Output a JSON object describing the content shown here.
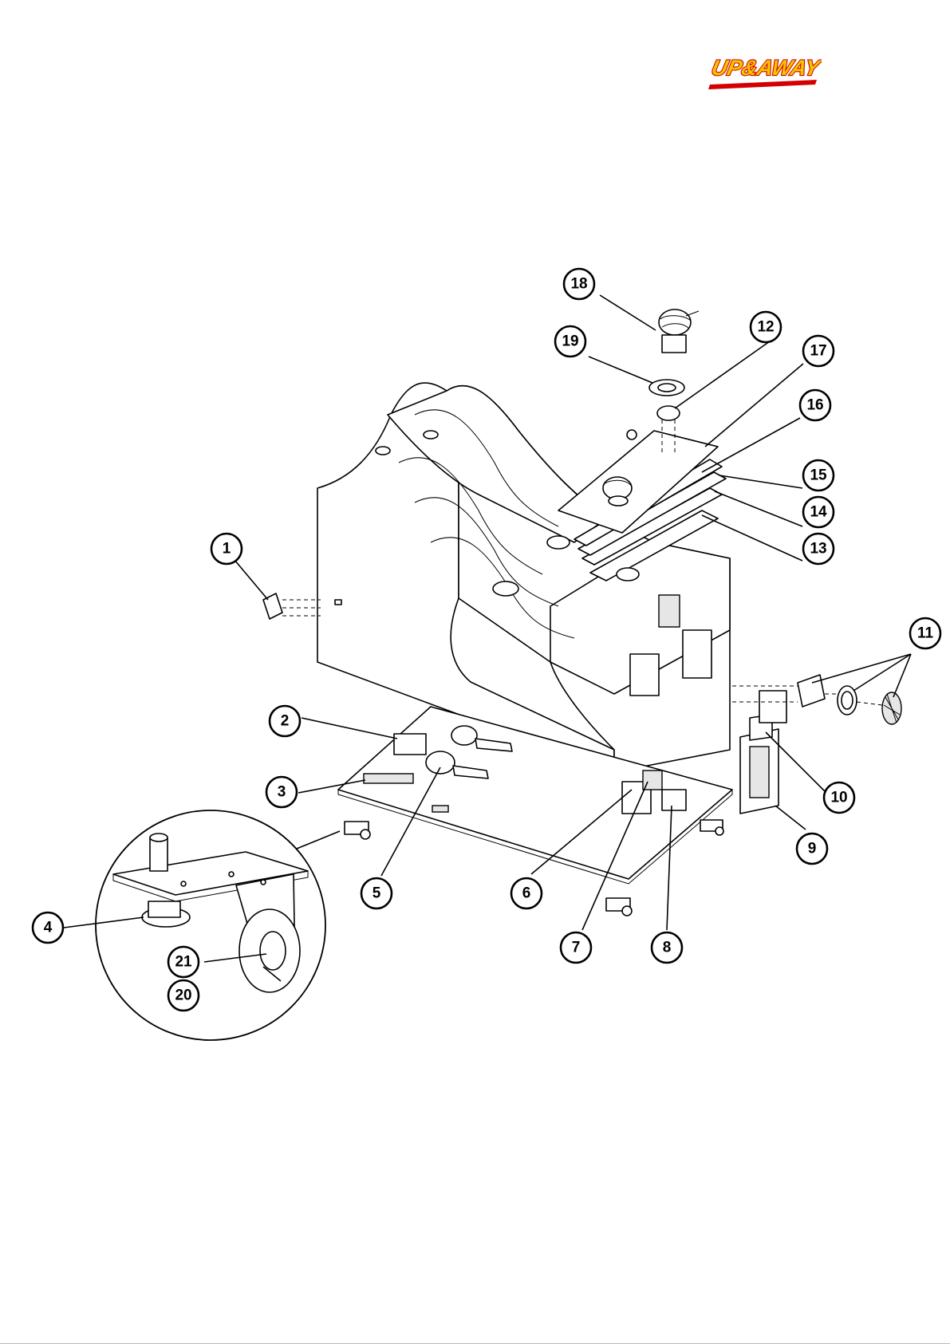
{
  "logo": {
    "text": "UP&AWAY",
    "colors": {
      "fill": "#f5c400",
      "outline": "#d40000",
      "shadow": "#8a0000"
    }
  },
  "callouts": [
    {
      "id": "1",
      "label": "1"
    },
    {
      "id": "2",
      "label": "2"
    },
    {
      "id": "3",
      "label": "3"
    },
    {
      "id": "4",
      "label": "4"
    },
    {
      "id": "5",
      "label": "5"
    },
    {
      "id": "6",
      "label": "6"
    },
    {
      "id": "7",
      "label": "7"
    },
    {
      "id": "8",
      "label": "8"
    },
    {
      "id": "9",
      "label": "9"
    },
    {
      "id": "10",
      "label": "10"
    },
    {
      "id": "11",
      "label": "11"
    },
    {
      "id": "12",
      "label": "12"
    },
    {
      "id": "13",
      "label": "13"
    },
    {
      "id": "14",
      "label": "14"
    },
    {
      "id": "15",
      "label": "15"
    },
    {
      "id": "16",
      "label": "16"
    },
    {
      "id": "17",
      "label": "17"
    },
    {
      "id": "18",
      "label": "18"
    },
    {
      "id": "19",
      "label": "19"
    },
    {
      "id": "20",
      "label": "20"
    },
    {
      "id": "21",
      "label": "21"
    }
  ]
}
